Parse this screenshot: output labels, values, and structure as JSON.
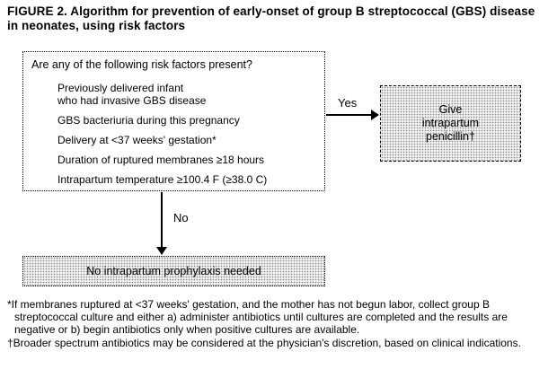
{
  "figure": {
    "title": "FIGURE 2. Algorithm for prevention of early-onset of group B streptococcal (GBS) disease in neonates, using risk factors"
  },
  "flowchart": {
    "question_box": {
      "heading": "Are any of the following risk factors present?",
      "risk_factors": [
        "Previously delivered infant\nwho had invasive GBS disease",
        "GBS bacteriuria during this pregnancy",
        "Delivery at <37 weeks' gestation*",
        "Duration of ruptured membranes ≥18 hours",
        "Intrapartum temperature ≥100.4 F (≥38.0 C)"
      ]
    },
    "yes_label": "Yes",
    "yes_box_label": "Give\nintrapartum\npenicillin†",
    "no_label": "No",
    "no_box_label": "No intrapartum prophylaxis needed"
  },
  "footnotes": [
    "*If membranes ruptured at <37 weeks' gestation, and the mother has not begun labor, collect group B streptococcal culture and either a) administer antibiotics until cultures are completed and the results are negative or b) begin antibiotics only when positive cultures are available.",
    "†Broader spectrum antibiotics may be considered at the physician's discretion, based on clinical indications."
  ],
  "colors": {
    "background": "#ffffff",
    "text": "#000000",
    "stipple": "#8a8a8a"
  }
}
